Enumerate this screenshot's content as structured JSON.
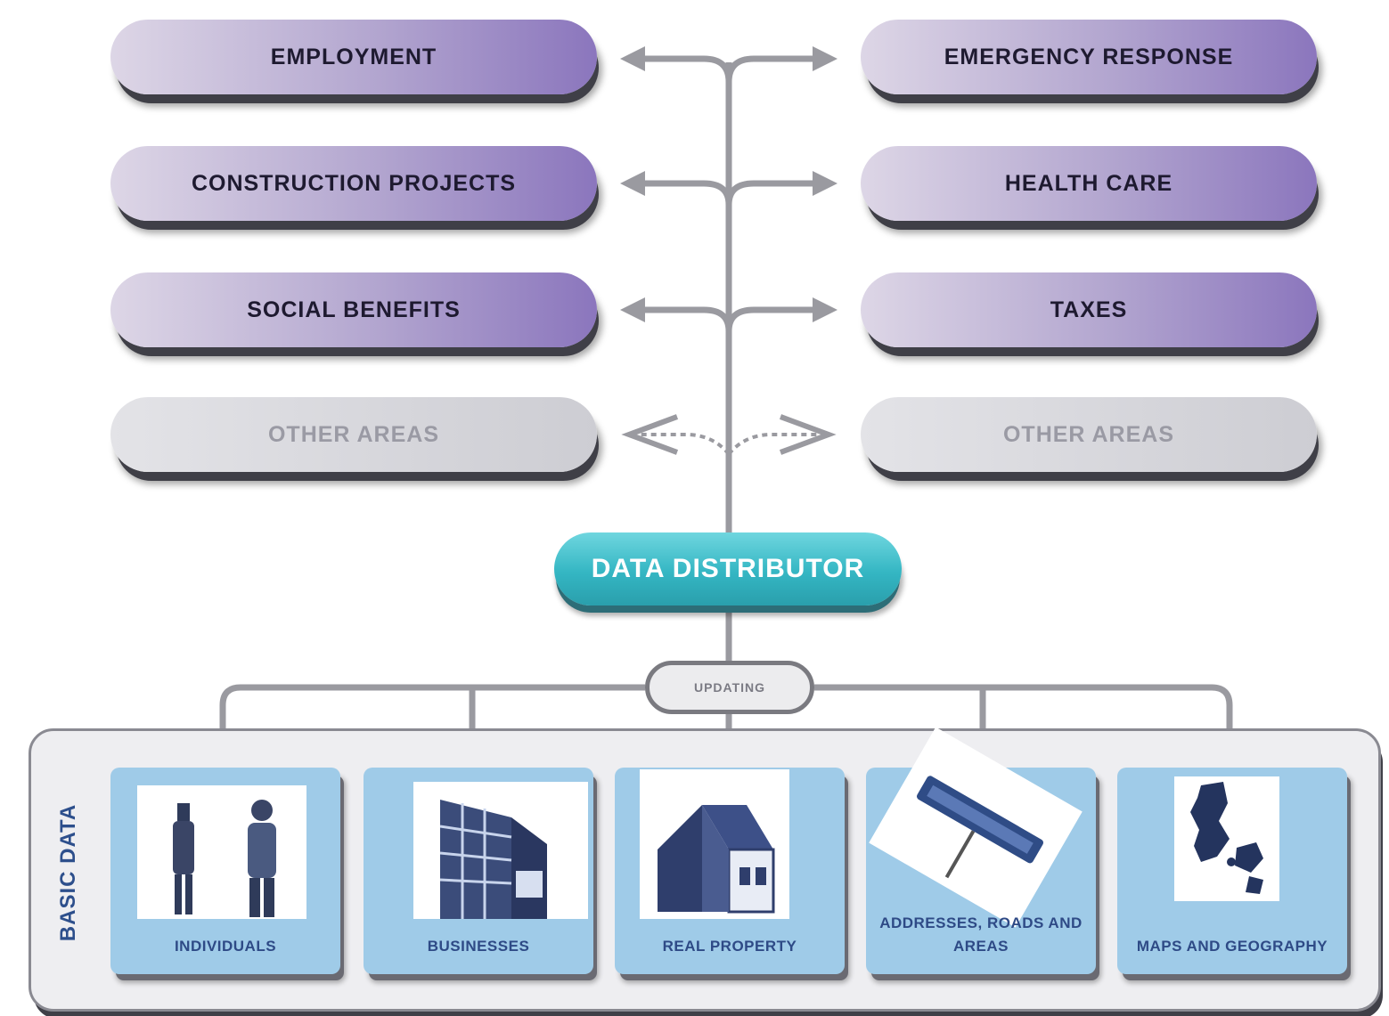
{
  "services_left": [
    {
      "label": "EMPLOYMENT",
      "style": "purple"
    },
    {
      "label": "CONSTRUCTION PROJECTS",
      "style": "purple"
    },
    {
      "label": "SOCIAL BENEFITS",
      "style": "purple"
    },
    {
      "label": "OTHER AREAS",
      "style": "gray"
    }
  ],
  "services_right": [
    {
      "label": "EMERGENCY RESPONSE",
      "style": "purple"
    },
    {
      "label": "HEALTH CARE",
      "style": "purple"
    },
    {
      "label": "TAXES",
      "style": "purple"
    },
    {
      "label": "OTHER AREAS",
      "style": "gray"
    }
  ],
  "distributor": {
    "label": "DATA DISTRIBUTOR"
  },
  "updating": {
    "label": "UPDATING"
  },
  "basic_data": {
    "label": "BASIC DATA",
    "registers": [
      {
        "label": "INDIVIDUALS",
        "icon": "people-icon"
      },
      {
        "label": "BUSINESSES",
        "icon": "office-building-icon"
      },
      {
        "label": "REAL PROPERTY",
        "icon": "house-icon"
      },
      {
        "label": "ADDRESSES, ROADS AND AREAS",
        "icon": "street-sign-icon"
      },
      {
        "label": "MAPS AND GEOGRAPHY",
        "icon": "denmark-map-icon"
      }
    ]
  },
  "colors": {
    "service_pill": "#a898c8",
    "other_pill": "#d6d6dc",
    "distributor": "#3bbcc8",
    "card": "#9fcbe8",
    "connector": "#9a9aa0"
  }
}
